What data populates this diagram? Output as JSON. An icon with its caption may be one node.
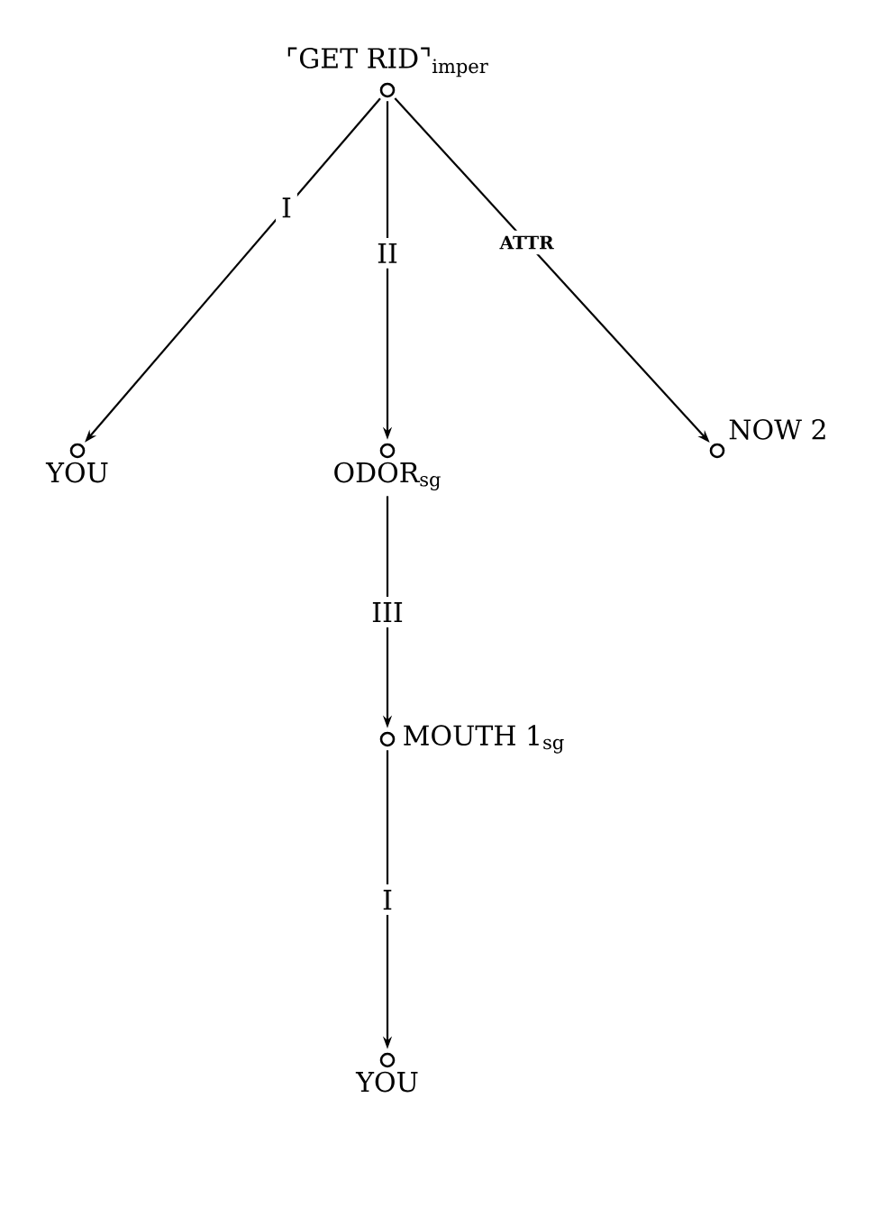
{
  "diagram": {
    "nodes": [
      {
        "text": [
          "⌜GET RID⌝$_{imper}$"
        ]
      },
      {
        "text": [
          "YOU"
        ]
      },
      {
        "text": [
          "ODOR$_{sg}$"
        ]
      },
      {
        "text": [
          "NOW 2"
        ]
      },
      {
        "text": [
          "MOUTH 1$_{sg}$"
        ]
      },
      {
        "text": [
          "YOU"
        ]
      }
    ],
    "edges": [
      {
        "from": 0,
        "to": 1,
        "arrow": "to",
        "label": "I"
      },
      {
        "from": 0,
        "to": 2,
        "arrow": "to",
        "label": "II"
      },
      {
        "from": 0,
        "to": 3,
        "arrow": "to",
        "label": "ATTR"
      },
      {
        "from": 2,
        "to": 4,
        "arrow": "to",
        "label": "III"
      },
      {
        "from": 4,
        "to": 5,
        "arrow": "to",
        "label": "I"
      }
    ]
  }
}
